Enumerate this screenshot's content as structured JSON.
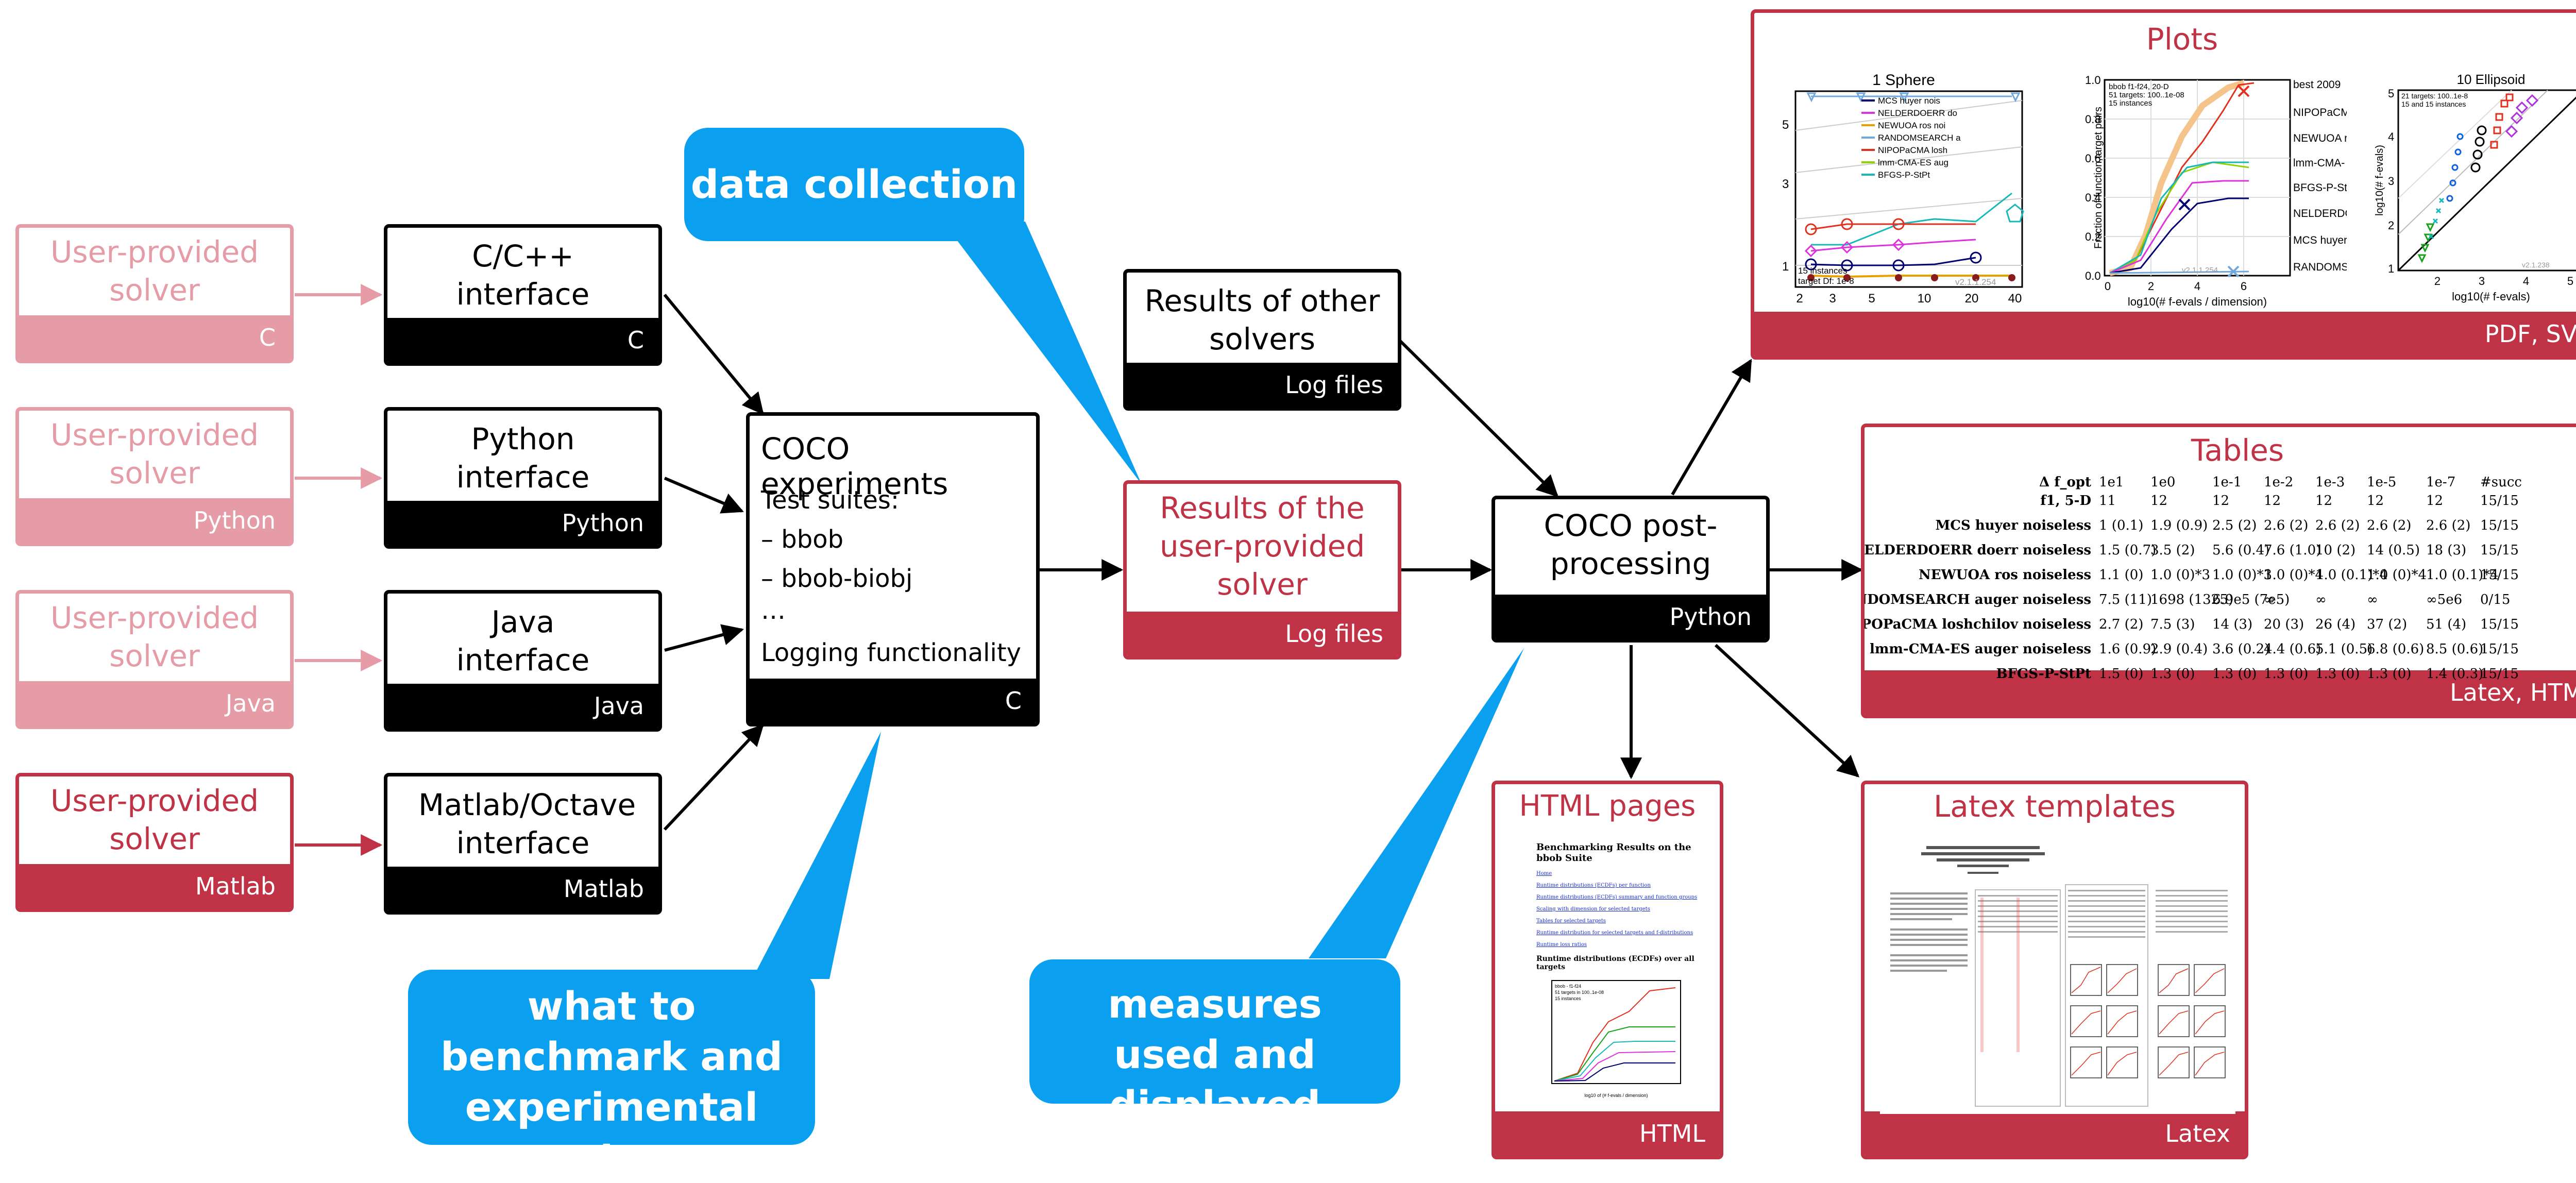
{
  "solvers": [
    {
      "label": "User-provided solver",
      "tag": "C"
    },
    {
      "label": "User-provided solver",
      "tag": "Python"
    },
    {
      "label": "User-provided solver",
      "tag": "Java"
    },
    {
      "label": "User-provided solver",
      "tag": "Matlab"
    }
  ],
  "interfaces": [
    {
      "label": "C/C++ interface",
      "tag": "C"
    },
    {
      "label": "Python interface",
      "tag": "Python"
    },
    {
      "label": "Java interface",
      "tag": "Java"
    },
    {
      "label": "Matlab/Octave interface",
      "tag": "Matlab"
    }
  ],
  "experiments": {
    "title": "COCO experiments",
    "suites_label": "Test suites:",
    "suite1": "– bbob",
    "suite2": "– bbob-biobj",
    "ellipsis": "…",
    "logging": "Logging functionality",
    "tag": "C"
  },
  "other_results": {
    "label": "Results of other solvers",
    "tag": "Log files"
  },
  "user_results": {
    "label": "Results of the user-provided solver",
    "tag": "Log files"
  },
  "postproc": {
    "label": "COCO post-processing",
    "tag": "Python"
  },
  "bubbles": {
    "data_collection": "data collection",
    "what_to_benchmark": "what to benchmark and experimental setup",
    "measures": "measures used and displayed"
  },
  "plots_box": {
    "title": "Plots",
    "tag": "PDF, SVG",
    "plot1": {
      "title": "1 Sphere",
      "legend": [
        "MCS huyer nois",
        "NELDERDOERR do",
        "NEWUOA ros noi",
        "RANDOMSEARCH a",
        "NIPOPaCMA losh",
        "lmm-CMA-ES aug",
        "BFGS-P-StPt"
      ],
      "yticks": [
        "1",
        "3",
        "5"
      ],
      "xticks": [
        "2",
        "3",
        "5",
        "10",
        "20",
        "40"
      ],
      "note1": "15 instances",
      "note2": "target Df: 1e-8",
      "version": "v2.1.1.254"
    },
    "plot2": {
      "xlabel": "log10(# f-evals / dimension)",
      "ylabel": "Fraction of function,target pairs",
      "yticks": [
        "0.0",
        "0.2",
        "0.4",
        "0.6",
        "0.8",
        "1.0"
      ],
      "xticks": [
        "0",
        "2",
        "4",
        "6"
      ],
      "info1": "bbob f1-f24, 20-D",
      "info2": "51 targets: 100..1e-08",
      "info3": "15 instances",
      "version": "v2.1.1.254",
      "legend": [
        "best 2009",
        "NIPOPaCMA",
        "NEWUOA r",
        "lmm-CMA-",
        "BFGS-P-St",
        "NELDERDC",
        "MCS huyer",
        "RANDOMSI"
      ]
    },
    "plot3": {
      "title": "10 Ellipsoid",
      "ylabel": "log10(# f-evals)",
      "xlabel": "log10(# f-evals)",
      "yticks": [
        "1",
        "2",
        "3",
        "4",
        "5"
      ],
      "xticks": [
        "2",
        "3",
        "4",
        "5"
      ],
      "info1": "21 targets: 100..1e-8",
      "info2": "15 and 15 instances",
      "version": "v2.1.238"
    }
  },
  "tables_box": {
    "title": "Tables",
    "tag": "Latex, HTML",
    "header1": [
      "Δ f_opt",
      "1e1",
      "1e0",
      "1e-1",
      "1e-2",
      "1e-3",
      "1e-5",
      "1e-7",
      "#succ"
    ],
    "header2": [
      "f1, 5-D",
      "11",
      "12",
      "12",
      "12",
      "12",
      "12",
      "12",
      "15/15"
    ],
    "rows": [
      {
        "name": "MCS huyer noiseless",
        "vals": [
          "1 (0.1)",
          "1.9 (0.9)",
          "2.5 (2)",
          "2.6 (2)",
          "2.6 (2)",
          "2.6 (2)",
          "2.6 (2)",
          "15/15"
        ]
      },
      {
        "name": "NELDERDOERR doerr noiseless",
        "vals": [
          "1.5 (0.7)",
          "3.5 (2)",
          "5.6 (0.4)",
          "7.6 (1.0)",
          "10 (2)",
          "14 (0.5)",
          "18 (3)",
          "15/15"
        ]
      },
      {
        "name": "NEWUOA ros noiseless",
        "vals": [
          "1.1 (0)",
          "1.0 (0)*3",
          "1.0 (0)*3",
          "1.0 (0)*4",
          "1.0 (0.1)*4",
          "1.0 (0)*4",
          "1.0 (0.1)*4",
          "15/15"
        ]
      },
      {
        "name": "RANDOMSEARCH auger noiseless",
        "vals": [
          "7.5 (11)",
          "1698 (1325)",
          "6.9e5 (7e5)",
          "∞",
          "∞",
          "∞",
          "∞5e6",
          "0/15"
        ]
      },
      {
        "name": "NIPOPaCMA loshchilov noiseless",
        "vals": [
          "2.7 (2)",
          "7.5 (3)",
          "14 (3)",
          "20 (3)",
          "26 (4)",
          "37 (2)",
          "51 (4)",
          "15/15"
        ]
      },
      {
        "name": "lmm-CMA-ES auger noiseless",
        "vals": [
          "1.6 (0.9)",
          "2.9 (0.4)",
          "3.6 (0.2)",
          "4.4 (0.6)",
          "5.1 (0.5)",
          "6.8 (0.6)",
          "8.5 (0.6)",
          "15/15"
        ]
      },
      {
        "name": "BFGS-P-StPt",
        "vals": [
          "1.5 (0)",
          "1.3 (0)",
          "1.3 (0)",
          "1.3 (0)",
          "1.3 (0)",
          "1.3 (0)",
          "1.4 (0.3)",
          "15/15"
        ]
      }
    ]
  },
  "html_box": {
    "title": "HTML pages",
    "tag": "HTML",
    "page_heading": "Benchmarking Results on the bbob Suite",
    "links": [
      "Home",
      "Runtime distributions (ECDFs) per function",
      "Runtime distributions (ECDFs) summary and function groups",
      "Scaling with dimension for selected targets",
      "Tables for selected targets",
      "Runtime distribution for selected targets and f-distributions",
      "Runtime loss ratios"
    ],
    "subheading": "Runtime distributions (ECDFs) over all targets",
    "mini_info1": "bbob - f1-f24",
    "mini_info2": "51 targets in 100..1e-08",
    "mini_info3": "15 instances",
    "mini_xlabel": "log10 of (# f-evals / dimension)"
  },
  "latex_box": {
    "title": "Latex templates",
    "tag": "Latex"
  },
  "colors": {
    "red": "#c03346",
    "pale_red": "#e59ca6",
    "blue": "#0aa0ef",
    "black": "#000000"
  }
}
